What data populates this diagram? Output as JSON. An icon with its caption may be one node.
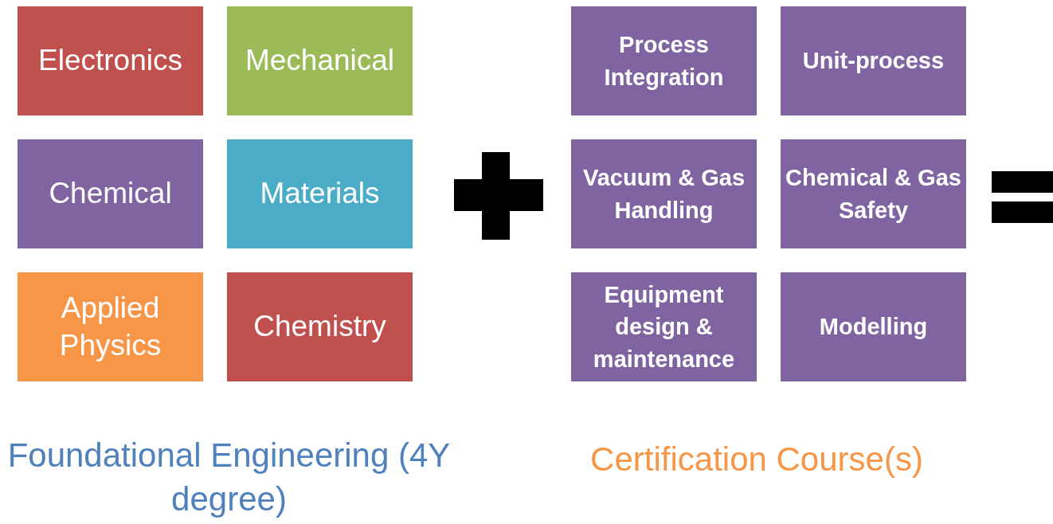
{
  "diagram": {
    "nodes": [
      {
        "text": [
          "Electronics"
        ]
      },
      {
        "text": [
          "Mechanical"
        ]
      },
      {
        "text": [
          "Chemical"
        ]
      },
      {
        "text": [
          "Materials"
        ]
      },
      {
        "text": [
          "Applied Physics"
        ]
      },
      {
        "text": [
          "Chemistry"
        ]
      },
      {
        "text": [
          "Process Integration"
        ]
      },
      {
        "text": [
          "Unit-process"
        ]
      },
      {
        "text": [
          "Vacuum & Gas Handling"
        ]
      },
      {
        "text": [
          "Chemical & Gas Safety"
        ]
      },
      {
        "text": [
          "Equipment design & maintenance"
        ]
      },
      {
        "text": [
          "Modelling"
        ]
      }
    ],
    "edges": [],
    "labels": [
      "Foundational Engineering (4Y degree)",
      "Certification Course(s)"
    ]
  }
}
